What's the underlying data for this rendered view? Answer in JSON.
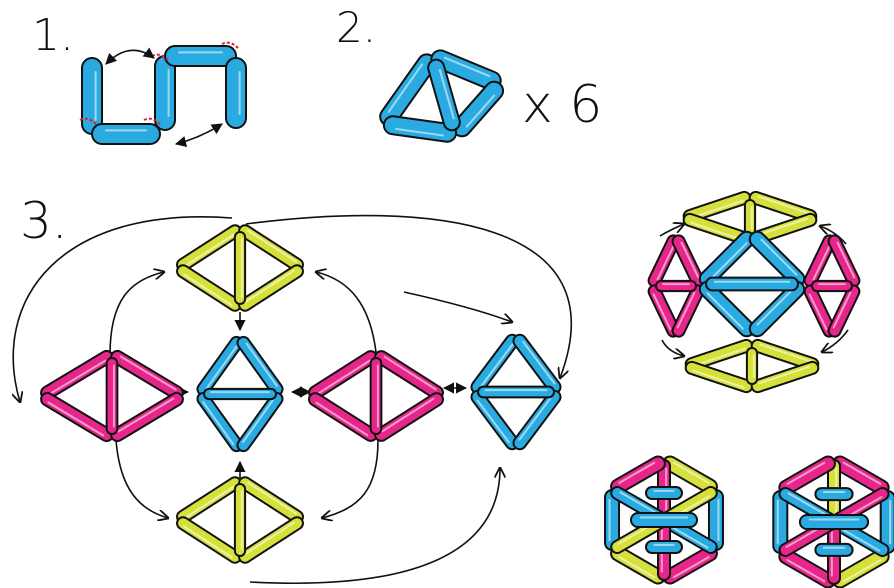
{
  "steps": {
    "step1": "1.",
    "step2": "2.",
    "step3": "3."
  },
  "multiplier": "x 6",
  "colors": {
    "blue": "#29abe2",
    "yellow": "#d6e03a",
    "magenta": "#e6268a",
    "outline": "#111111",
    "joint_marker": "#e0202a"
  },
  "icons": [
    "double-arrow-icon",
    "arrow-icon"
  ]
}
